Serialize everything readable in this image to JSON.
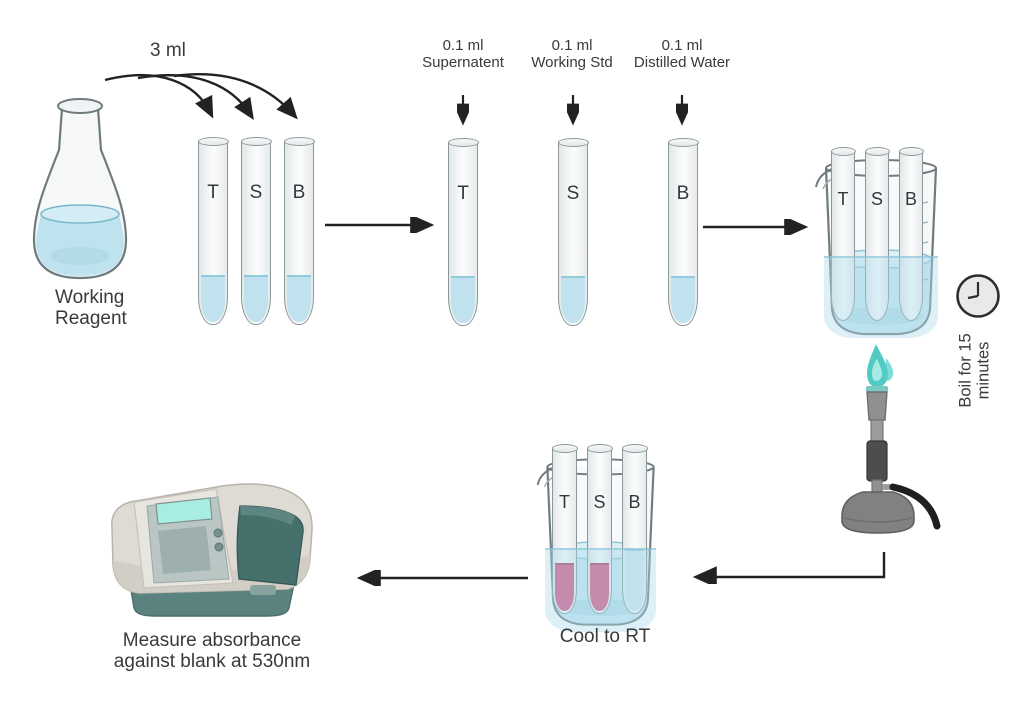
{
  "diagram": {
    "volume_label": "3 ml",
    "flask_label_line1": "Working",
    "flask_label_line2": "Reagent",
    "tube_letters": {
      "t": "T",
      "s": "S",
      "b": "B"
    },
    "additions": [
      {
        "amount": "0.1 ml",
        "name": "Supernatent"
      },
      {
        "amount": "0.1 ml",
        "name": "Working Std"
      },
      {
        "amount": "0.1 ml",
        "name": "Distilled Water"
      }
    ],
    "boil_label_line1": "Boil for 15",
    "boil_label_line2": "minutes",
    "cool_label": "Cool to RT",
    "measure_label_line1": "Measure absorbance",
    "measure_label_line2": "against blank at 530nm"
  },
  "icons": {
    "flask": "erlenmeyer-flask-icon",
    "test_tube": "test-tube-icon",
    "beaker": "beaker-icon",
    "clock": "clock-icon",
    "burner": "bunsen-burner-icon",
    "spectrophotometer": "spectrophotometer-icon",
    "arrow": "flow-arrow-icon"
  },
  "colors": {
    "reagent_blue": "#bfe2ee",
    "water_blue": "#c9e7f2",
    "result_pink": "#d5527f",
    "flame_teal": "#3fc4bd",
    "machine_teal": "#45706c",
    "outline": "#6f7b7d",
    "text": "#3a3a38"
  }
}
